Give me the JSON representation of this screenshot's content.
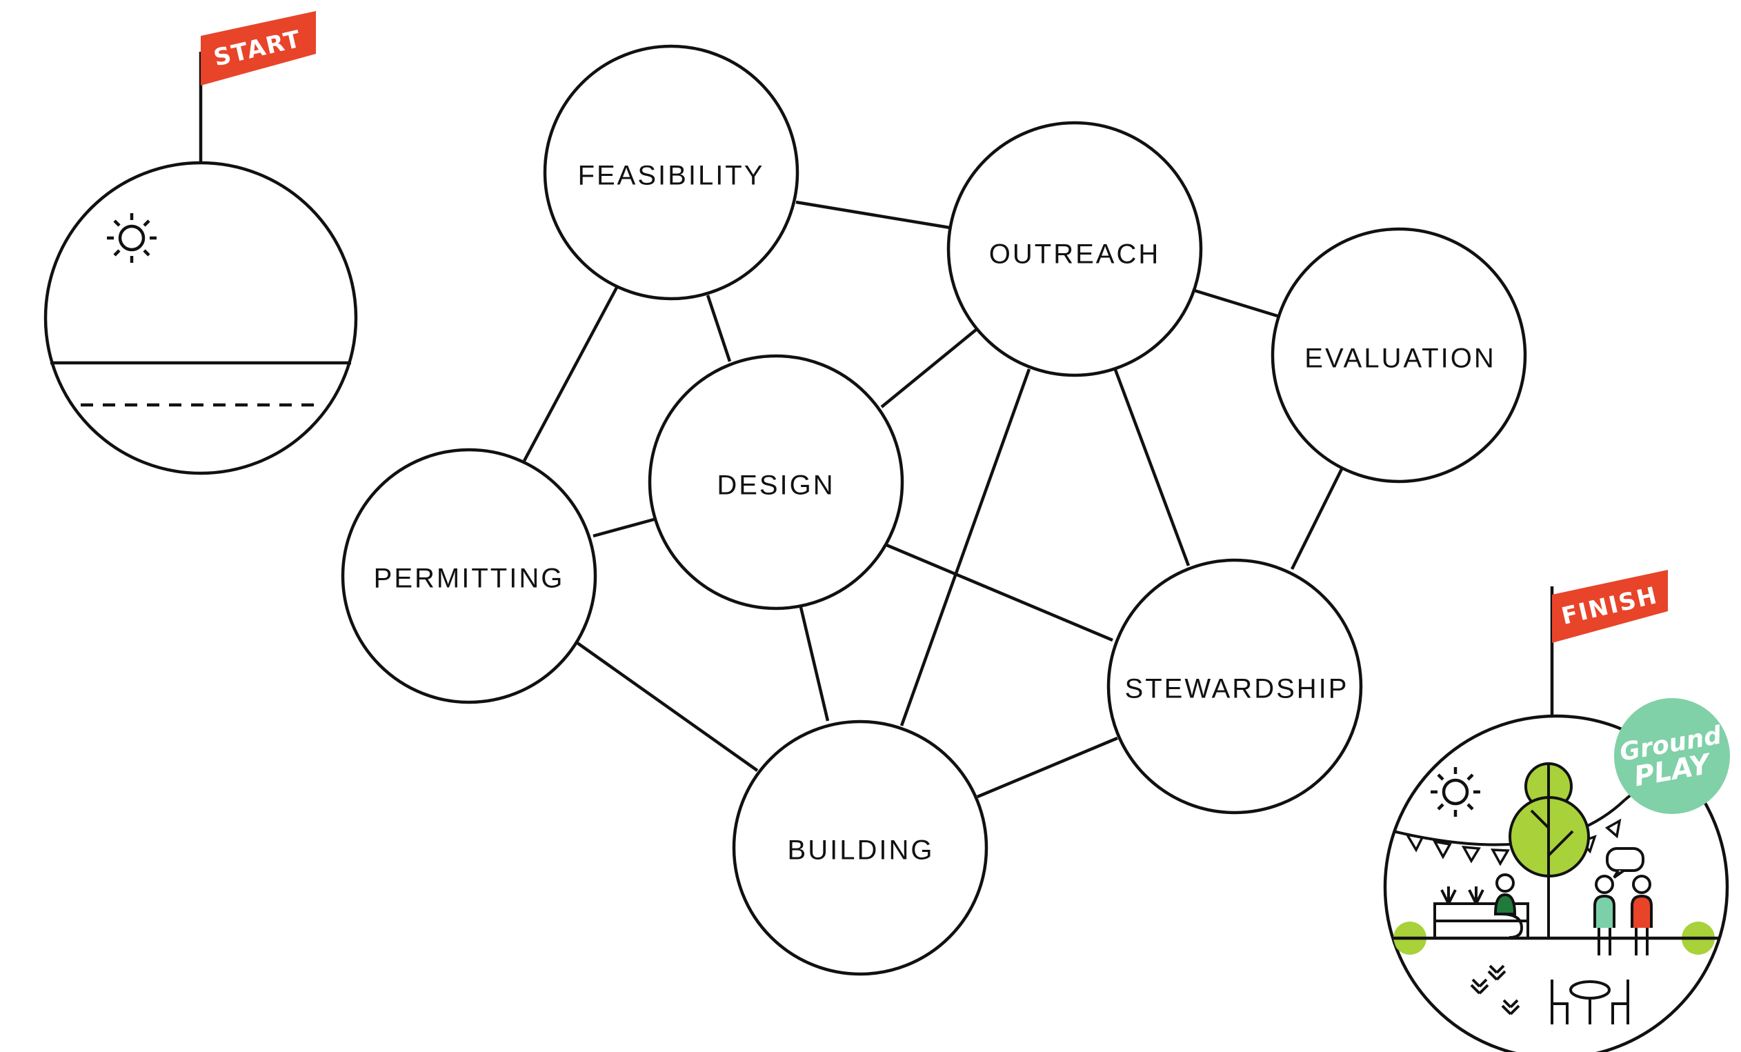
{
  "start_flag": "START",
  "finish_flag": "FINISH",
  "colors": {
    "flag": "#e8442a",
    "lime": "#a8d13a",
    "dark_green": "#1f7a3c",
    "mint": "#7bcfa9",
    "logo_bg": "#80d0a8"
  },
  "logo": {
    "line1": "Ground",
    "line2": "PLAY"
  },
  "nodes": {
    "feasibility": "FEASIBILITY",
    "outreach": "OUTREACH",
    "evaluation": "EVALUATION",
    "design": "DESIGN",
    "permitting": "PERMITTING",
    "stewardship": "STEWARDSHIP",
    "building": "BUILDING"
  },
  "icons": [
    "sun-icon",
    "tree-icon",
    "person-icon",
    "speech-bubble-icon",
    "planter-icon",
    "table-icon",
    "bunting-icon"
  ]
}
